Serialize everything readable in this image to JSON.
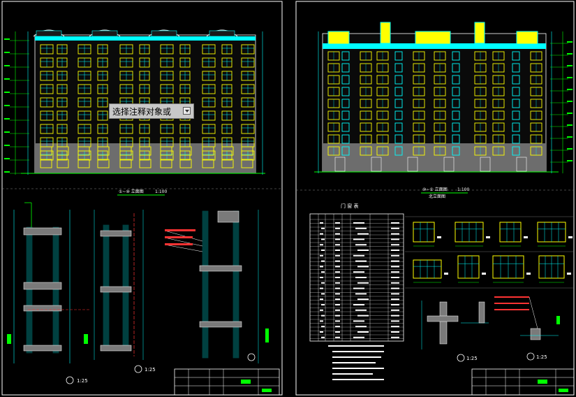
{
  "tooltip": {
    "text": "选择注释对象或",
    "icon": "dropdown-icon"
  },
  "left_sheet": {
    "elevation_caption": "①~⑩ 立面图",
    "elevation_scale": "1:100",
    "detail_scale_1": "1:25",
    "detail_scale_2": "1:25"
  },
  "right_sheet": {
    "elevation_caption": "⑩~① 立面图",
    "elevation_scale": "1:100",
    "elevation_subtitle": "北立面图",
    "schedule_title": "门 窗 表",
    "detail_scale_1": "1:25",
    "detail_scale_2": "1:25"
  },
  "colors": {
    "background": "#000000",
    "facade_yellow": "#ffff00",
    "window_cyan": "#00ffff",
    "wall_gray": "#6d6d6d",
    "frame_white": "#ffffff",
    "accent_green": "#00ff00",
    "accent_red": "#ff3333",
    "accent_magenta": "#ff44ff"
  }
}
